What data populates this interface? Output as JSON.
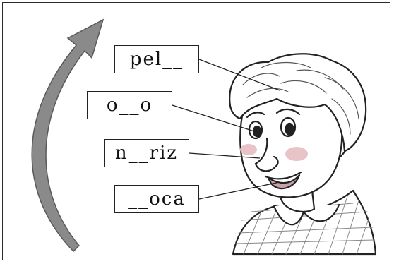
{
  "labels": {
    "pelo": "pel__",
    "olho": "o__o",
    "nariz": "n__riz",
    "boca": "__oca"
  },
  "colors": {
    "arrow": "#8a8a8a",
    "arrow_edge": "#5a5a5a",
    "cheek": "#e8c4c8",
    "lip": "#c9a0a8",
    "line": "#222222"
  },
  "icons": {
    "arrow": "curved-up-arrow-icon",
    "figure": "boy-face-illustration"
  }
}
